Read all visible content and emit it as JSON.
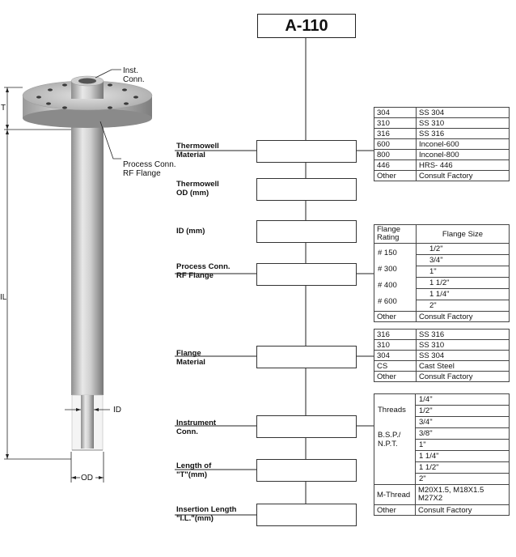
{
  "title": "A-110",
  "drawing": {
    "inst_conn": "Inst.\nConn.",
    "process_conn": "Process Conn.\nRF Flange",
    "dim_t": "T",
    "dim_il": "IL",
    "dim_id": "ID",
    "dim_od": "OD"
  },
  "labels": {
    "thermowell_material": "Thermowell\nMaterial",
    "thermowell_od": "Thermowell\nOD (mm)",
    "id": "ID (mm)",
    "process_conn": "Process Conn.\nRF Flange",
    "flange_material": "Flange\nMaterial",
    "instrument_conn": "Instrument\nConn.",
    "length_t": "Length of\n\"T\"(mm)",
    "insertion_length": "Insertion Length\n\"I.L.\"(mm)"
  },
  "thermowell_material_table": [
    {
      "code": "304",
      "desc": "SS 304"
    },
    {
      "code": "310",
      "desc": "SS 310"
    },
    {
      "code": "316",
      "desc": "SS 316"
    },
    {
      "code": "600",
      "desc": "Inconel-600"
    },
    {
      "code": "800",
      "desc": "Inconel-800"
    },
    {
      "code": "446",
      "desc": "HRS- 446"
    },
    {
      "code": "Other",
      "desc": "Consult Factory"
    }
  ],
  "flange_table": {
    "header_rating": "Flange\nRating",
    "header_size": "Flange Size",
    "ratings": [
      "# 150",
      "# 300",
      "# 400",
      "# 600"
    ],
    "sizes": [
      "1/2\"",
      "3/4\"",
      "1\"",
      "1 1/2\"",
      "1 1/4\"",
      "2\""
    ],
    "other_code": "Other",
    "other_desc": "Consult Factory"
  },
  "flange_material_table": [
    {
      "code": "316",
      "desc": "SS 316"
    },
    {
      "code": "310",
      "desc": "SS 310"
    },
    {
      "code": "304",
      "desc": "SS 304"
    },
    {
      "code": "CS",
      "desc": "Cast Steel"
    },
    {
      "code": "Other",
      "desc": "Consult Factory"
    }
  ],
  "instrument_table": {
    "threads_label": "Threads",
    "bsp_label": "B.S.P./\nN.P.T.",
    "sizes": [
      "1/4\"",
      "1/2\"",
      "3/4\"",
      "3/8\"",
      "1\"",
      "1 1/4\"",
      "1 1/2\"",
      "2\""
    ],
    "mthread_label": "M-Thread",
    "mthread_desc": "M20X1.5, M18X1.5\nM27X2",
    "other_code": "Other",
    "other_desc": "Consult Factory"
  }
}
